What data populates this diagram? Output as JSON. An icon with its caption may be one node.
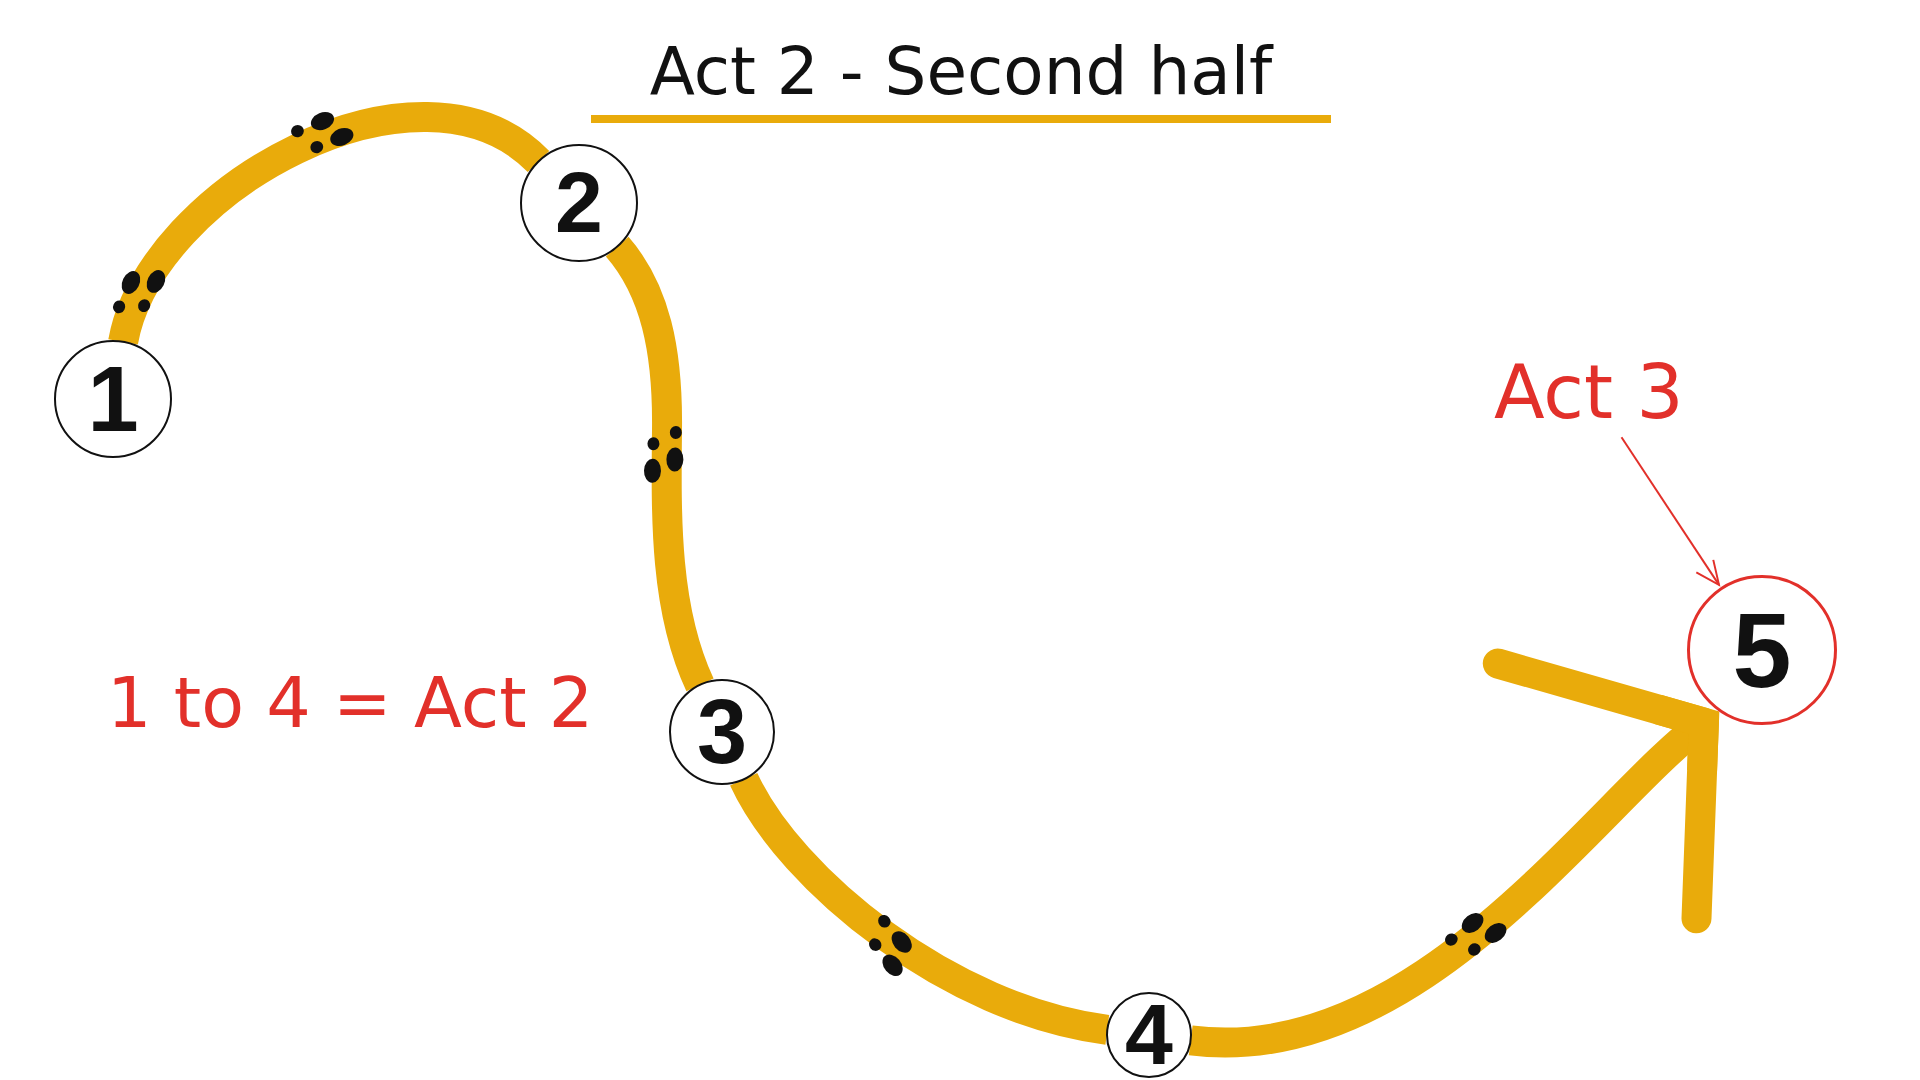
{
  "diagram": {
    "title": "Act 2 - Second half",
    "nodes": [
      {
        "text": [
          "1"
        ]
      },
      {
        "text": [
          "2"
        ]
      },
      {
        "text": [
          "3"
        ]
      },
      {
        "text": [
          "4"
        ]
      },
      {
        "text": [
          "5"
        ]
      },
      {
        "text": [
          "Act 3"
        ]
      }
    ],
    "edges": [
      {
        "from": 0,
        "to": 1,
        "arrow": "none"
      },
      {
        "from": 1,
        "to": 2,
        "arrow": "none"
      },
      {
        "from": 2,
        "to": 3,
        "arrow": "none"
      },
      {
        "from": 3,
        "to": 4,
        "arrow": "to"
      },
      {
        "from": 5,
        "to": 4,
        "arrow": "to",
        "color": "#e2302a"
      }
    ],
    "labels": [
      "1 to 4 = Act 2"
    ]
  }
}
